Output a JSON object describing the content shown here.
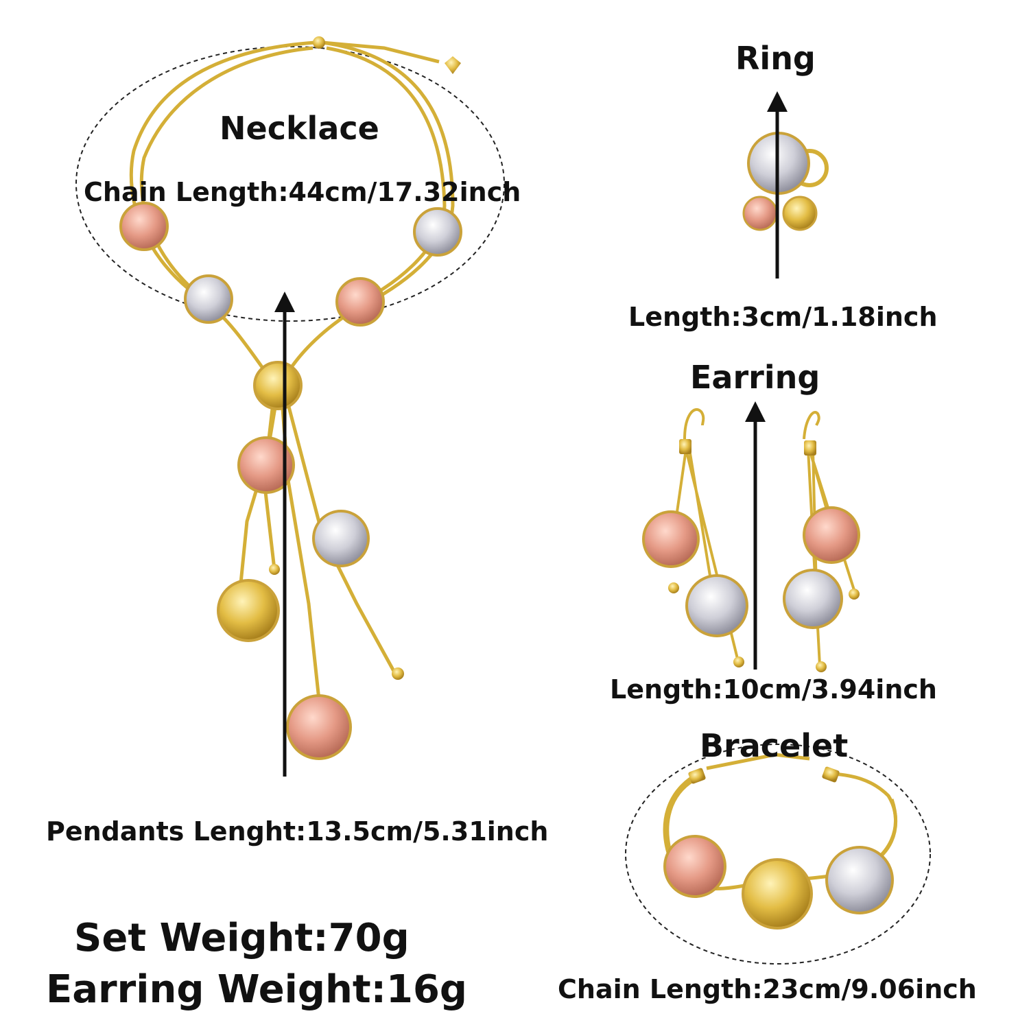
{
  "necklace": {
    "title": "Necklace",
    "chain_length": "Chain Length:44cm/17.32inch",
    "pendant_length": "Pendants Lenght:13.5cm/5.31inch"
  },
  "ring": {
    "title": "Ring",
    "length": "Length:3cm/1.18inch"
  },
  "earring": {
    "title": "Earring",
    "length": "Length:10cm/3.94inch"
  },
  "bracelet": {
    "title": "Bracelet",
    "chain_length": "Chain Length:23cm/9.06inch"
  },
  "weights": {
    "set": "Set Weight:70g",
    "earring": "Earring Weight:16g"
  },
  "colors": {
    "gold": "#d9b23a",
    "rose": "#e39a86",
    "silver": "#c9c9d2",
    "chain": "#d4af37",
    "ink": "#111111"
  }
}
